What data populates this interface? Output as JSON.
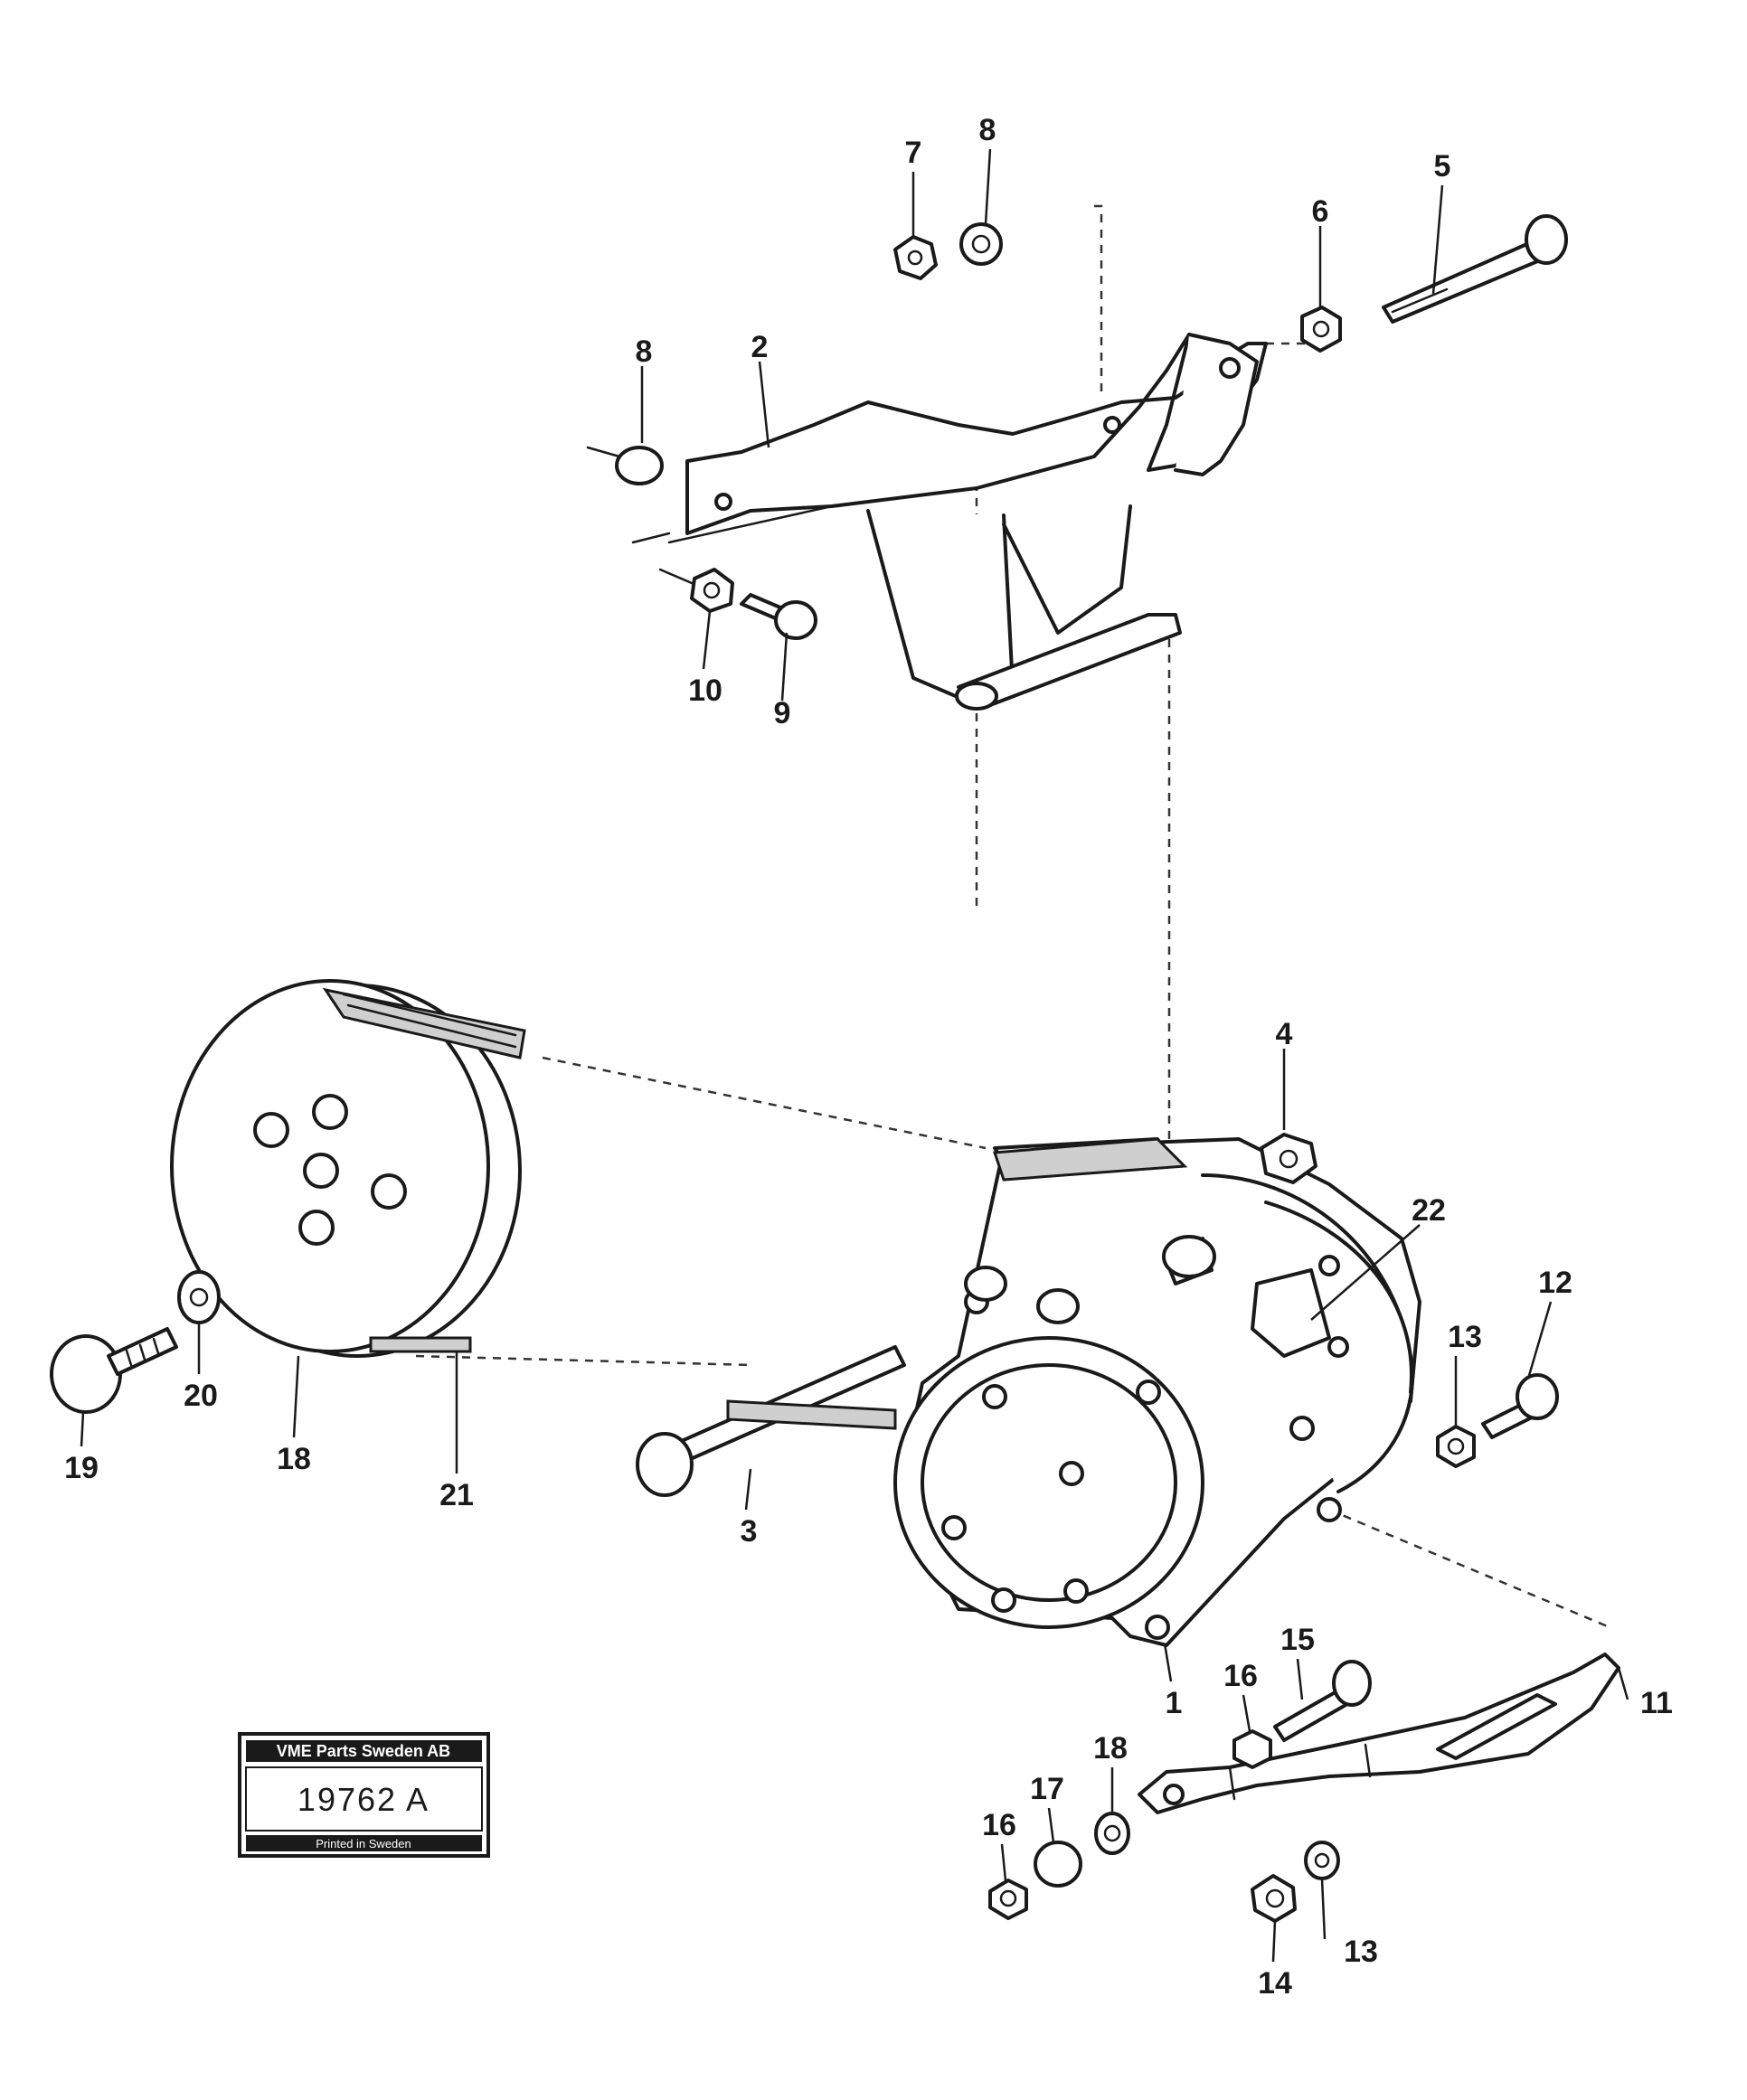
{
  "diagram": {
    "callouts": {
      "p1": "1",
      "p2": "2",
      "p3": "3",
      "p4": "4",
      "p5": "5",
      "p6": "6",
      "p7": "7",
      "p8a": "8",
      "p8b": "8",
      "p9": "9",
      "p10": "10",
      "p11": "11",
      "p12": "12",
      "p13a": "13",
      "p13b": "13",
      "p14": "14",
      "p15": "15",
      "p16a": "16",
      "p16b": "16",
      "p17": "17",
      "p18": "18",
      "p19": "19",
      "p20": "20",
      "p21": "21",
      "p22": "22",
      "p23": "18"
    },
    "plate": {
      "header": "VME Parts Sweden AB",
      "number": "19762 A",
      "footer": "Printed in Sweden"
    }
  }
}
